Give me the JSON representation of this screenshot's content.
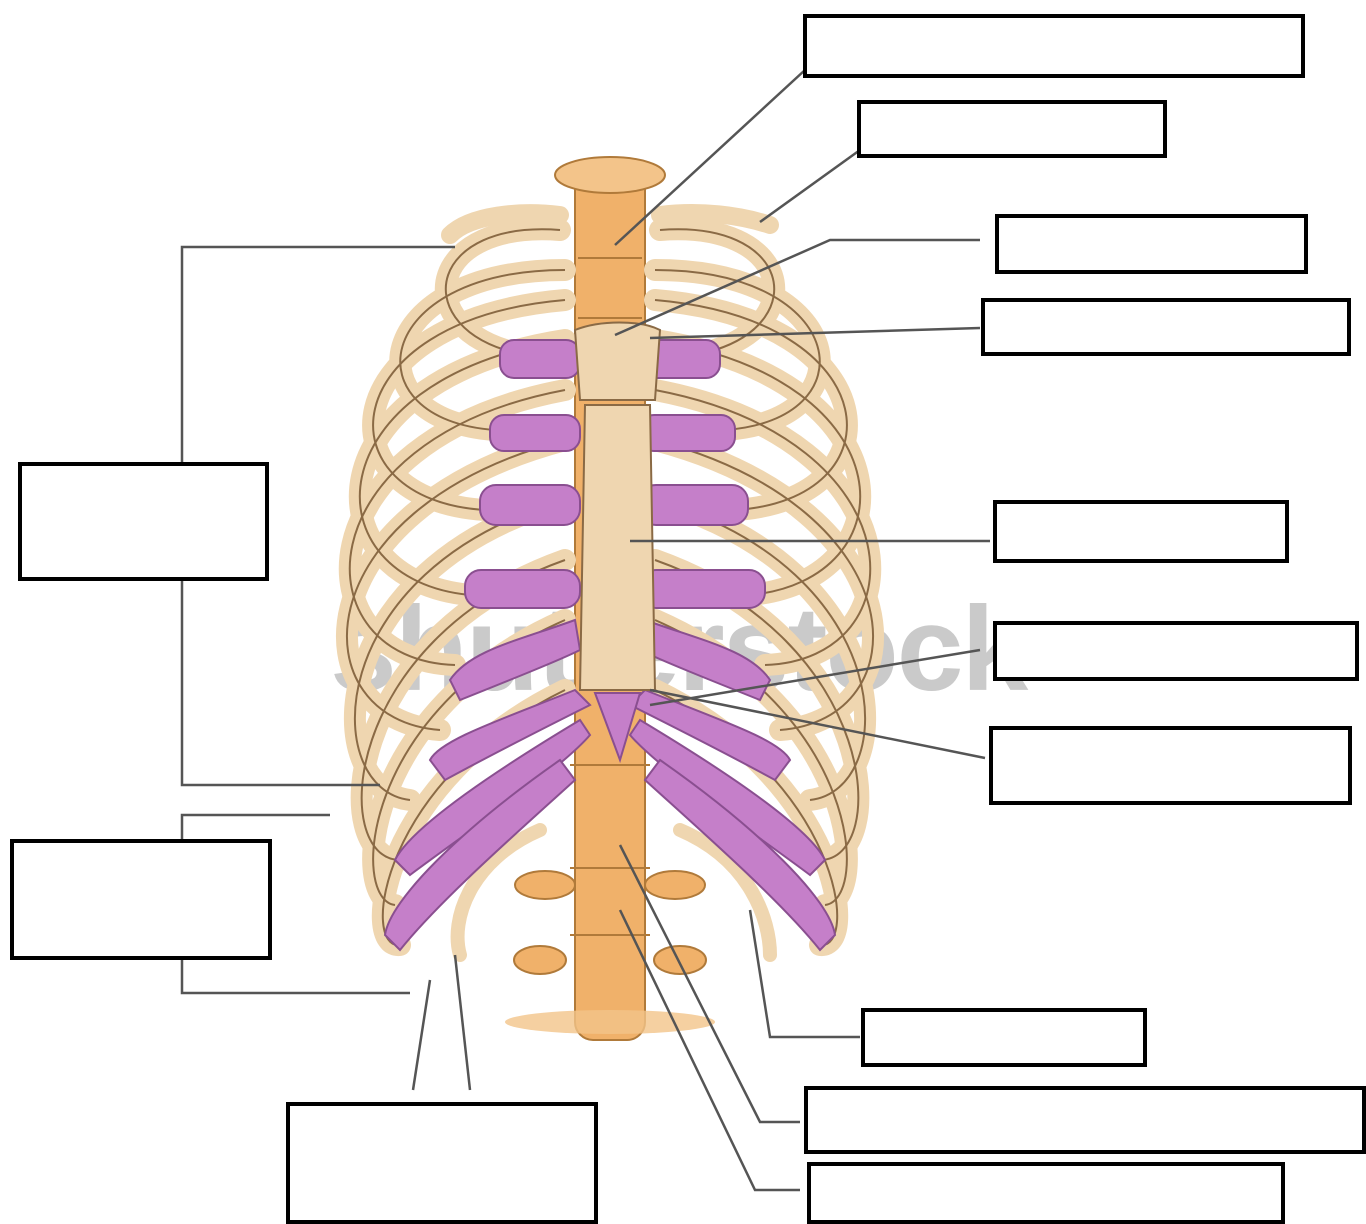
{
  "watermark": "shutterstock",
  "colors": {
    "bone": "#efd6b0",
    "bone_outline": "#8a6a45",
    "cartilage": "#c57fc9",
    "cartilage_outline": "#8a4f90",
    "vertebra": "#f0b16a",
    "leader_line": "#555555",
    "box_border": "#000000"
  },
  "label_boxes": [
    {
      "id": "box-vertebral-top",
      "text": ""
    },
    {
      "id": "box-clavicle",
      "text": ""
    },
    {
      "id": "box-jugular-notch",
      "text": ""
    },
    {
      "id": "box-manubrium",
      "text": ""
    },
    {
      "id": "box-true-ribs",
      "text": ""
    },
    {
      "id": "box-body-sternum",
      "text": ""
    },
    {
      "id": "box-xiphoid",
      "text": ""
    },
    {
      "id": "box-costal-cartilage",
      "text": ""
    },
    {
      "id": "box-false-ribs",
      "text": ""
    },
    {
      "id": "box-floating-ribs",
      "text": ""
    },
    {
      "id": "box-lower-rib",
      "text": ""
    },
    {
      "id": "box-vertebra-1",
      "text": ""
    },
    {
      "id": "box-vertebra-2",
      "text": ""
    }
  ]
}
